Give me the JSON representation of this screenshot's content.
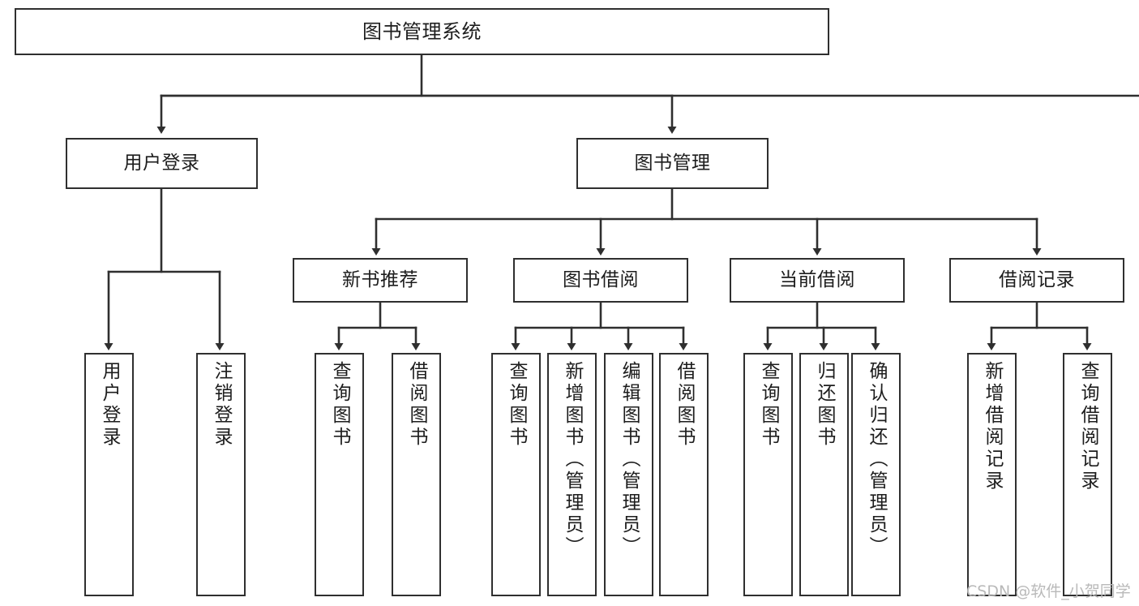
{
  "diagram": {
    "title": "图书管理系统",
    "watermark": "CSDN @软件_小贺同学",
    "stroke_color": "#2f2f2f",
    "fill_color": "#ffffff",
    "text_color": "#1d1d1d",
    "watermark_color": "#b9b9b9"
  },
  "nodes": {
    "root": "图书管理系统",
    "level1": [
      "用户登录",
      "图书管理"
    ],
    "level2": [
      "新书推荐",
      "图书借阅",
      "当前借阅",
      "借阅记录"
    ],
    "leaves": {
      "user_login": [
        "用户登录",
        "注销登录"
      ],
      "new_book_recommend": [
        "查询图书",
        "借阅图书"
      ],
      "book_borrow": [
        "查询图书",
        "新增图书（管理员）",
        "编辑图书（管理员）",
        "借阅图书"
      ],
      "current_borrow": [
        "查询图书",
        "归还图书",
        "确认归还（管理员）"
      ],
      "borrow_record": [
        "新增借阅记录",
        "查询借阅记录"
      ]
    }
  },
  "chart_data": {
    "type": "diagram",
    "title": "图书管理系统",
    "layout": "top-down tree",
    "edges": [
      {
        "from": "图书管理系统",
        "to": "用户登录"
      },
      {
        "from": "图书管理系统",
        "to": "图书管理"
      },
      {
        "from": "用户登录",
        "to": "用户登录"
      },
      {
        "from": "用户登录",
        "to": "注销登录"
      },
      {
        "from": "图书管理",
        "to": "新书推荐"
      },
      {
        "from": "图书管理",
        "to": "图书借阅"
      },
      {
        "from": "图书管理",
        "to": "当前借阅"
      },
      {
        "from": "图书管理",
        "to": "借阅记录"
      },
      {
        "from": "新书推荐",
        "to": "查询图书"
      },
      {
        "from": "新书推荐",
        "to": "借阅图书"
      },
      {
        "from": "图书借阅",
        "to": "查询图书"
      },
      {
        "from": "图书借阅",
        "to": "新增图书（管理员）"
      },
      {
        "from": "图书借阅",
        "to": "编辑图书（管理员）"
      },
      {
        "from": "图书借阅",
        "to": "借阅图书"
      },
      {
        "from": "当前借阅",
        "to": "查询图书"
      },
      {
        "from": "当前借阅",
        "to": "归还图书"
      },
      {
        "from": "当前借阅",
        "to": "确认归还（管理员）"
      },
      {
        "from": "借阅记录",
        "to": "新增借阅记录"
      },
      {
        "from": "借阅记录",
        "to": "查询借阅记录"
      }
    ]
  }
}
